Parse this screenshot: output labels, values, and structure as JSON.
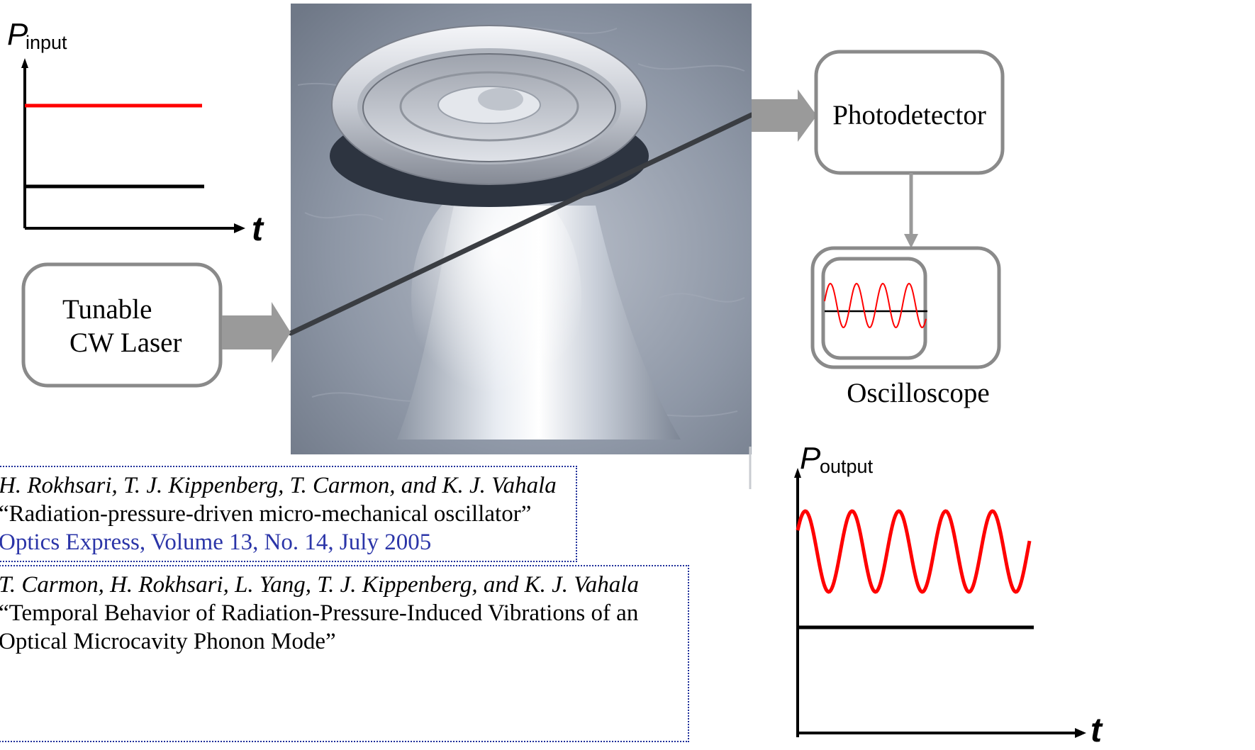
{
  "input_plot": {
    "p_symbol": "P",
    "p_subscript": "input",
    "t_label": "t"
  },
  "output_plot": {
    "p_symbol": "P",
    "p_subscript": "output",
    "t_label": "t"
  },
  "laser": {
    "line1": "Tunable",
    "line2": "CW Laser"
  },
  "photodetector": {
    "label": "Photodetector"
  },
  "oscilloscope": {
    "label": "Oscilloscope"
  },
  "references": [
    {
      "authors": "H. Rokhsari, T. J. Kippenberg, T. Carmon, and K. J. Vahala",
      "title": "“Radiation-pressure-driven micro-mechanical oscillator”",
      "journal": "Optics Express, Volume 13, No. 14, July 2005"
    },
    {
      "authors": "T. Carmon, H. Rokhsari, L. Yang, T. J. Kippenberg, and K. J. Vahala",
      "title_line1": "“Temporal Behavior of Radiation-Pressure-Induced Vibrations of an",
      "title_line2": "Optical Microcavity Phonon Mode”"
    }
  ],
  "colors": {
    "signal_red": "#ff0000",
    "box_gray": "#8a8a8a",
    "arrow_gray": "#9a9a9a",
    "reference_blue": "#2b35a8"
  }
}
